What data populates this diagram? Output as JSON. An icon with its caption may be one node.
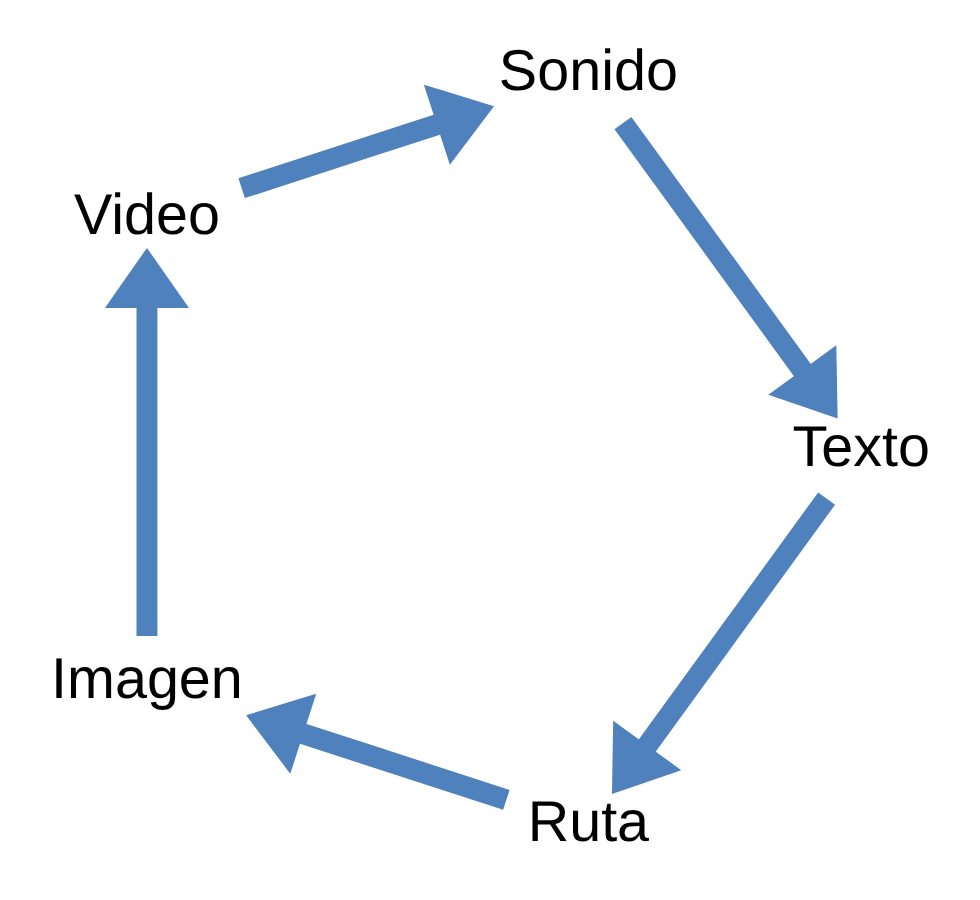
{
  "diagram": {
    "nodes": [
      {
        "text": [
          "Ruta"
        ]
      },
      {
        "text": [
          "Imagen"
        ]
      },
      {
        "text": [
          "Video"
        ]
      },
      {
        "text": [
          "Sonido"
        ]
      },
      {
        "text": [
          "Texto"
        ]
      }
    ],
    "edges": [
      {
        "from": 0,
        "to": 1,
        "arrow": "to"
      },
      {
        "from": 1,
        "to": 2,
        "arrow": "to"
      },
      {
        "from": 2,
        "to": 3,
        "arrow": "to"
      },
      {
        "from": 3,
        "to": 4,
        "arrow": "to"
      },
      {
        "from": 4,
        "to": 0,
        "arrow": "to"
      }
    ]
  }
}
